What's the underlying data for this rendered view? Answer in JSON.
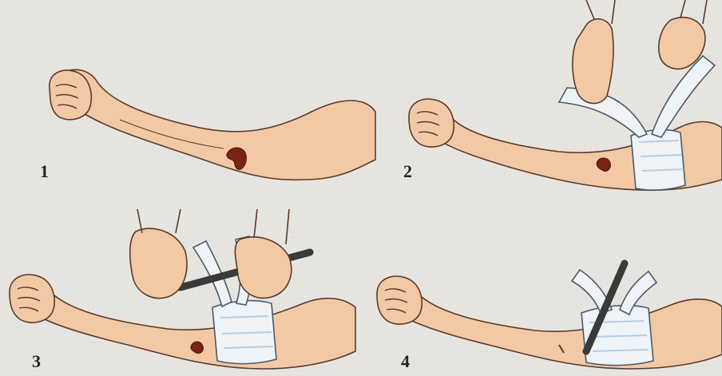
{
  "steps": [
    {
      "number": "1",
      "bandage": "none",
      "stick": "none"
    },
    {
      "number": "2",
      "bandage": "tying",
      "stick": "none"
    },
    {
      "number": "3",
      "bandage": "tied",
      "stick": "twisting"
    },
    {
      "number": "4",
      "bandage": "tied",
      "stick": "secured"
    }
  ],
  "colors": {
    "skin": "#f3c9a5",
    "skin_shadow": "#e3ad85",
    "outline": "#5a3a2a",
    "wound": "#7a2416",
    "bandage": "#eef3f8",
    "bandage_shade": "#b9cde0",
    "stick": "#3a3a3a",
    "paper": "#e7e5e0"
  }
}
